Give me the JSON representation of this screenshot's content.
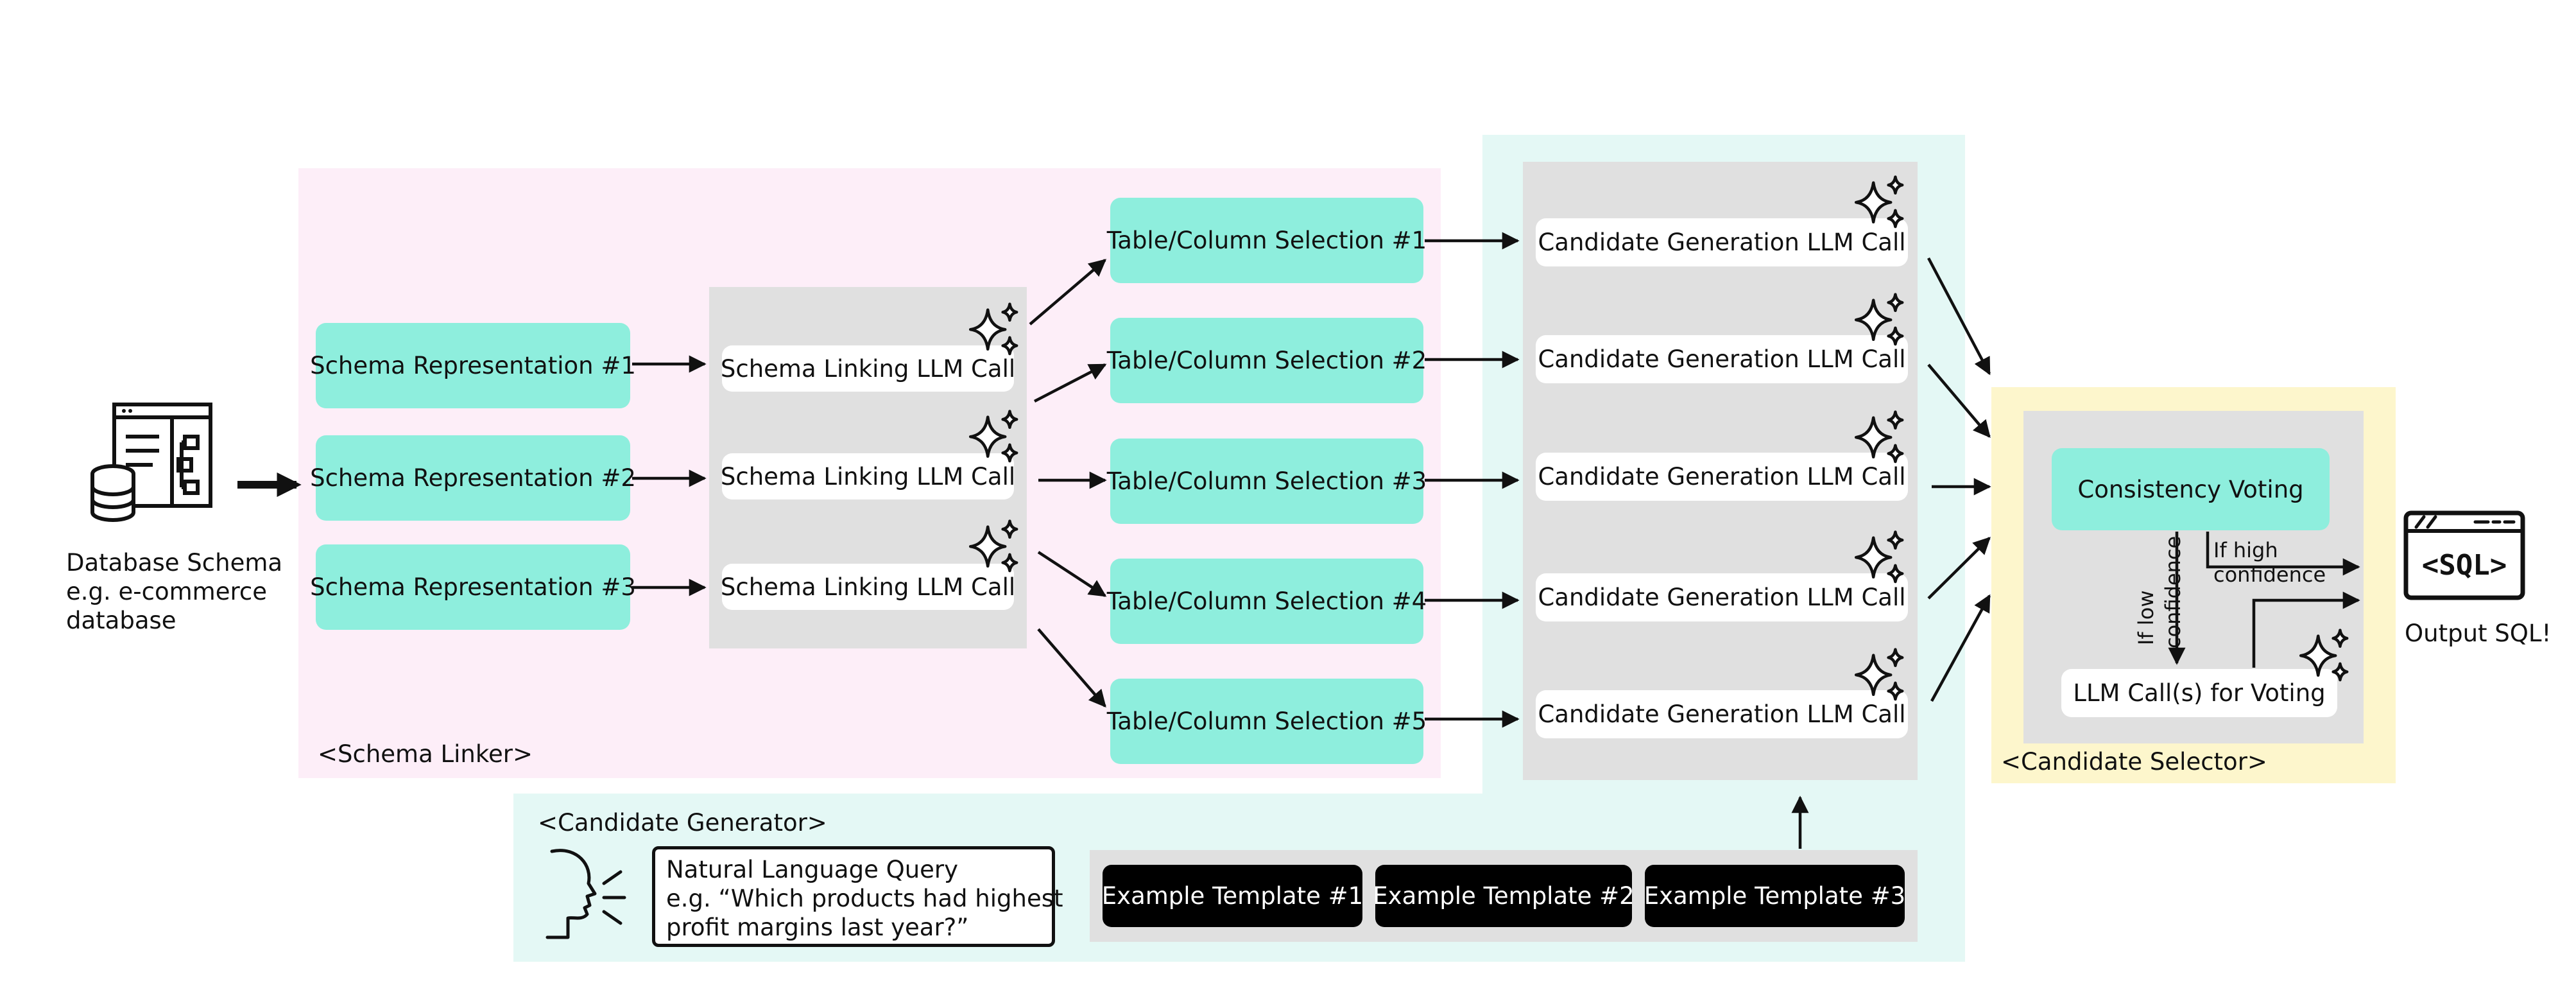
{
  "database": {
    "label_lines": [
      "Database Schema",
      "e.g. e-commerce",
      "database"
    ]
  },
  "schema_linker": {
    "title": "<Schema Linker>",
    "representations": [
      "Schema Representation #1",
      "Schema Representation #2",
      "Schema Representation #3"
    ],
    "linking_calls": [
      "Schema Linking LLM Call",
      "Schema Linking LLM Call",
      "Schema Linking LLM Call"
    ],
    "selections": [
      "Table/Column Selection #1",
      "Table/Column Selection #2",
      "Table/Column Selection #3",
      "Table/Column Selection #4",
      "Table/Column Selection #5"
    ]
  },
  "candidate_generator": {
    "title": "<Candidate Generator>",
    "generation_calls": [
      "Candidate Generation LLM Call",
      "Candidate Generation LLM Call",
      "Candidate Generation LLM Call",
      "Candidate Generation LLM Call",
      "Candidate Generation LLM Call"
    ],
    "query_lines": [
      "Natural Language Query",
      "e.g. “Which products had highest",
      "profit margins last year?”"
    ],
    "templates": [
      "Example Template #1",
      "Example Template #2",
      "Example Template #3"
    ]
  },
  "candidate_selector": {
    "title": "<Candidate Selector>",
    "consistency_voting": "Consistency Voting",
    "llm_voting": "LLM Call(s) for Voting",
    "low_confidence_lines": [
      "If low",
      "confidence"
    ],
    "high_confidence_lines": [
      "If high",
      "confidence"
    ]
  },
  "output": {
    "sql_icon_text": "<SQL>",
    "label": "Output SQL!"
  },
  "colors": {
    "teal": "#8eeedd",
    "pink_region": "#fdeef8",
    "cyan_region": "#e4f8f5",
    "yellow_region": "#fdf6cc",
    "grey_panel": "#e0e0e0"
  }
}
